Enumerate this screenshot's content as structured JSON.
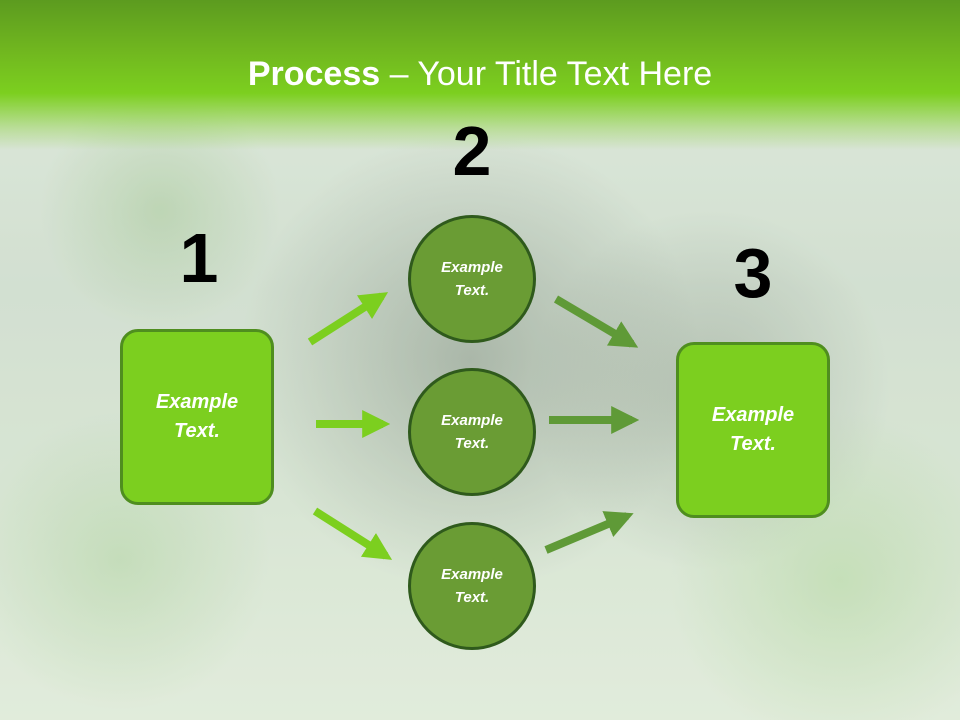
{
  "header": {
    "title_bold": "Process",
    "title_rest": " – Your Title Text Here"
  },
  "steps": [
    {
      "number": "1"
    },
    {
      "number": "2"
    },
    {
      "number": "3"
    }
  ],
  "boxes": {
    "left": "Example\nText.",
    "right": "Example\nText."
  },
  "circles": [
    "Example\nText.",
    "Example\nText.",
    "Example\nText."
  ],
  "colors": {
    "bright_green": "#7ccf1f",
    "dark_green": "#6a9c34",
    "circle_border": "#2f5a1c",
    "title_green": "#5c9b1f",
    "arrow_light": "#7ccf1f",
    "arrow_dark": "#5f9a37"
  },
  "icons": {
    "background": "forest-gorilla-photo"
  }
}
